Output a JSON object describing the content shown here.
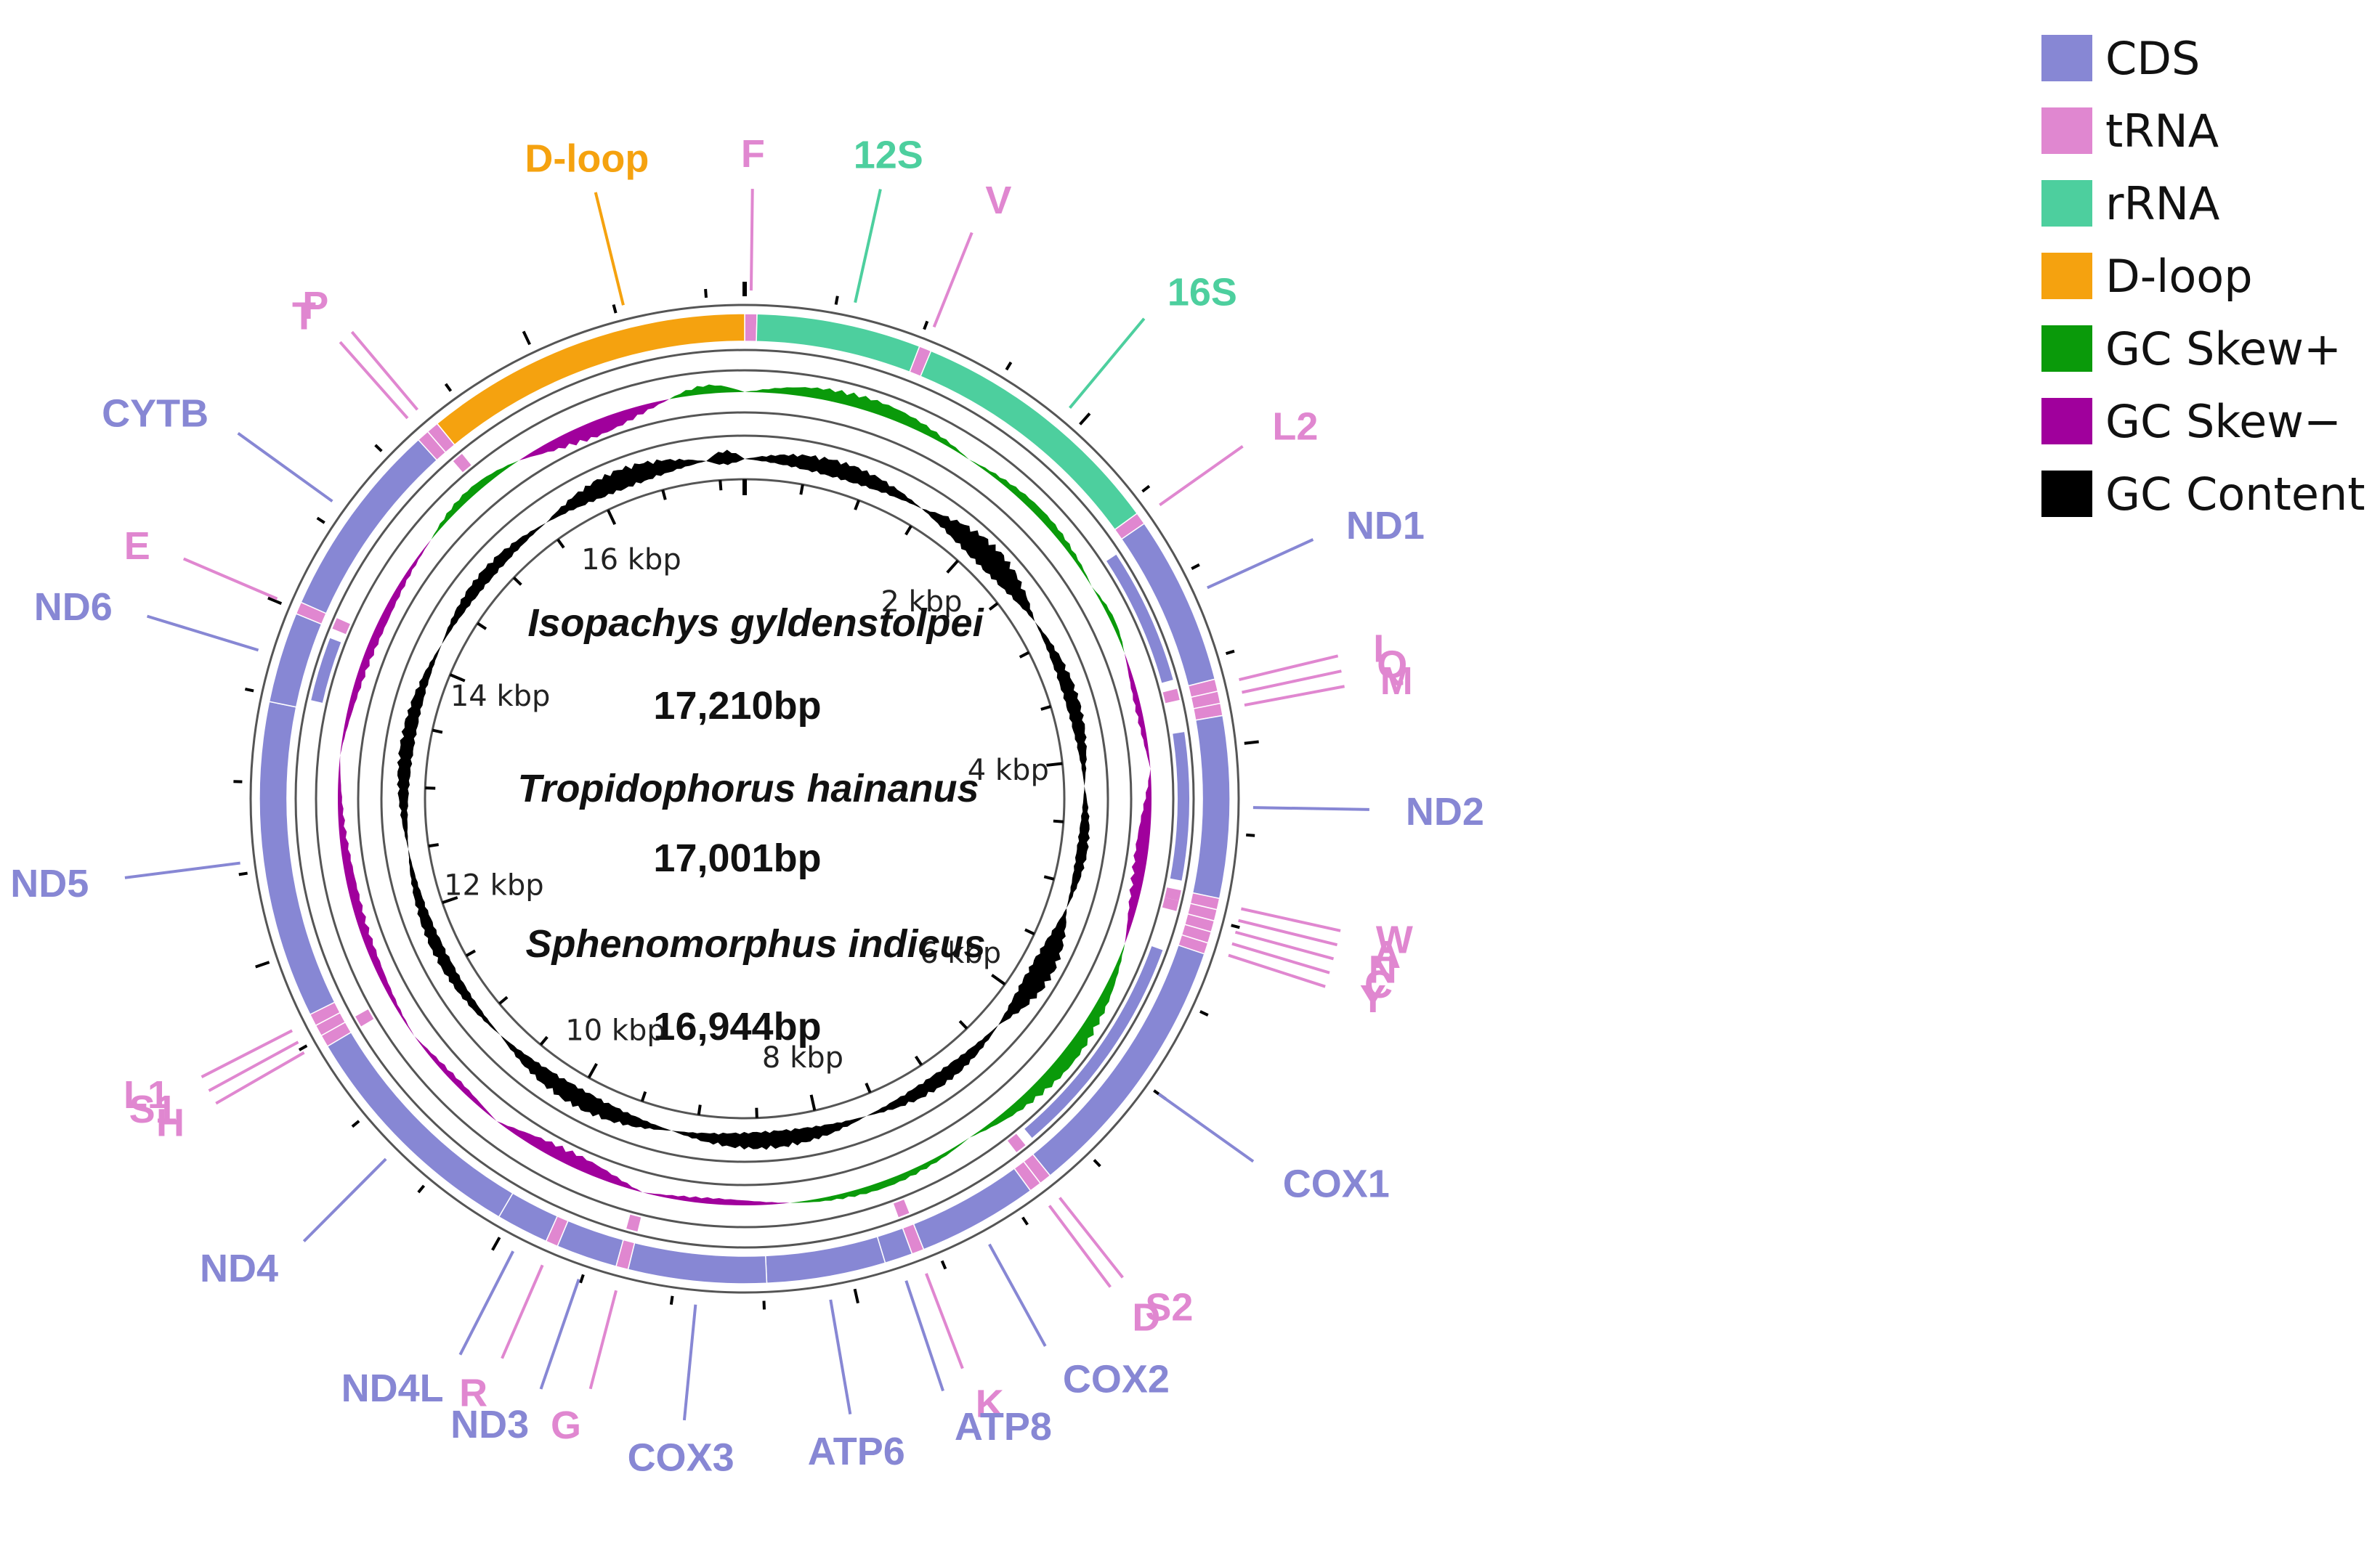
{
  "colors": {
    "CDS": "#8787d4",
    "tRNA": "#e087d0",
    "rRNA": "#4dcf9e",
    "D-loop": "#f5a20f",
    "GC Skew+": "#0a9a0a",
    "GC Skew-": "#a0009c",
    "GC Content": "#000000"
  },
  "legend": [
    {
      "label": "CDS",
      "color": "#8787d4"
    },
    {
      "label": "tRNA",
      "color": "#e087d0"
    },
    {
      "label": "rRNA",
      "color": "#4dcf9e"
    },
    {
      "label": "D-loop",
      "color": "#f5a20f"
    },
    {
      "label": "GC Skew+",
      "color": "#0a9a0a"
    },
    {
      "label": "GC Skew−",
      "color": "#a0009c"
    },
    {
      "label": "GC Content",
      "color": "#000000"
    }
  ],
  "center": {
    "species": [
      {
        "name": "Isopachys gyldenstolpei",
        "length": "17,210bp"
      },
      {
        "name": "Tropidophorus hainanus",
        "length": "17,001bp"
      },
      {
        "name": "Sphenomorphus indicus",
        "length": "16,944bp"
      }
    ]
  },
  "genome_length": 17210,
  "kbp_labels": [
    {
      "label": "2 kbp",
      "pos": 2000
    },
    {
      "label": "4 kbp",
      "pos": 4000
    },
    {
      "label": "6 kbp",
      "pos": 6000
    },
    {
      "label": "8 kbp",
      "pos": 8000
    },
    {
      "label": "10 kbp",
      "pos": 10000
    },
    {
      "label": "12 kbp",
      "pos": 12000
    },
    {
      "label": "14 kbp",
      "pos": 14000
    },
    {
      "label": "16 kbp",
      "pos": 16000
    }
  ],
  "features": [
    {
      "name": "F",
      "type": "tRNA",
      "start": 0,
      "end": 70
    },
    {
      "name": "12S",
      "type": "rRNA",
      "start": 70,
      "end": 1010
    },
    {
      "name": "V",
      "type": "tRNA",
      "start": 1010,
      "end": 1080
    },
    {
      "name": "16S",
      "type": "rRNA",
      "start": 1080,
      "end": 2580
    },
    {
      "name": "L2",
      "type": "tRNA",
      "start": 2580,
      "end": 2650
    },
    {
      "name": "ND1",
      "type": "CDS",
      "start": 2650,
      "end": 3620
    },
    {
      "name": "I",
      "type": "tRNA",
      "start": 3620,
      "end": 3690
    },
    {
      "name": "Q",
      "type": "tRNA",
      "start": 3690,
      "end": 3760
    },
    {
      "name": "M",
      "type": "tRNA",
      "start": 3760,
      "end": 3830
    },
    {
      "name": "ND2",
      "type": "CDS",
      "start": 3830,
      "end": 4870
    },
    {
      "name": "W",
      "type": "tRNA",
      "start": 4870,
      "end": 4935
    },
    {
      "name": "A",
      "type": "tRNA",
      "start": 4935,
      "end": 5000
    },
    {
      "name": "N",
      "type": "tRNA",
      "start": 5000,
      "end": 5065
    },
    {
      "name": "C",
      "type": "tRNA",
      "start": 5065,
      "end": 5130
    },
    {
      "name": "Y",
      "type": "tRNA",
      "start": 5130,
      "end": 5195
    },
    {
      "name": "COX1",
      "type": "CDS",
      "start": 5195,
      "end": 6740
    },
    {
      "name": "S2",
      "type": "tRNA",
      "start": 6740,
      "end": 6810
    },
    {
      "name": "D",
      "type": "tRNA",
      "start": 6810,
      "end": 6880
    },
    {
      "name": "COX2",
      "type": "CDS",
      "start": 6880,
      "end": 7570
    },
    {
      "name": "K",
      "type": "tRNA",
      "start": 7570,
      "end": 7640
    },
    {
      "name": "ATP8",
      "type": "CDS",
      "start": 7640,
      "end": 7800
    },
    {
      "name": "ATP6",
      "type": "CDS",
      "start": 7800,
      "end": 8480
    },
    {
      "name": "COX3",
      "type": "CDS",
      "start": 8480,
      "end": 9270
    },
    {
      "name": "G",
      "type": "tRNA",
      "start": 9270,
      "end": 9340
    },
    {
      "name": "ND3",
      "type": "CDS",
      "start": 9340,
      "end": 9690
    },
    {
      "name": "R",
      "type": "tRNA",
      "start": 9690,
      "end": 9760
    },
    {
      "name": "ND4L",
      "type": "CDS",
      "start": 9760,
      "end": 10060
    },
    {
      "name": "ND4",
      "type": "CDS",
      "start": 10060,
      "end": 11440
    },
    {
      "name": "H",
      "type": "tRNA",
      "start": 11440,
      "end": 11510
    },
    {
      "name": "S1",
      "type": "tRNA",
      "start": 11510,
      "end": 11575
    },
    {
      "name": "L1",
      "type": "tRNA",
      "start": 11575,
      "end": 11645
    },
    {
      "name": "ND5",
      "type": "CDS",
      "start": 11645,
      "end": 13460
    },
    {
      "name": "ND6",
      "type": "CDS",
      "start": 13460,
      "end": 13980
    },
    {
      "name": "E",
      "type": "tRNA",
      "start": 13980,
      "end": 14050
    },
    {
      "name": "CYTB",
      "type": "CDS",
      "start": 14050,
      "end": 15190
    },
    {
      "name": "T",
      "type": "tRNA",
      "start": 15190,
      "end": 15260
    },
    {
      "name": "P",
      "type": "tRNA",
      "start": 15260,
      "end": 15330
    },
    {
      "name": "D-loop",
      "type": "D-loop",
      "start": 15330,
      "end": 17210
    }
  ],
  "inner_trna_marks": [
    {
      "name": "I",
      "start": 3620,
      "end": 3690
    },
    {
      "name": "W",
      "start": 4870,
      "end": 4935
    },
    {
      "name": "A",
      "start": 4935,
      "end": 5000
    },
    {
      "name": "S2",
      "start": 6740,
      "end": 6810
    },
    {
      "name": "K",
      "start": 7570,
      "end": 7640
    },
    {
      "name": "G",
      "start": 9270,
      "end": 9340
    },
    {
      "name": "H",
      "start": 11440,
      "end": 11510
    },
    {
      "name": "E",
      "start": 13980,
      "end": 14050
    },
    {
      "name": "P",
      "start": 15260,
      "end": 15330
    }
  ],
  "inner_cds_bars": [
    {
      "name": "ND1",
      "start": 2650,
      "end": 3620
    },
    {
      "name": "ND2",
      "start": 3830,
      "end": 4870
    },
    {
      "name": "COX1",
      "start": 5195,
      "end": 6740
    },
    {
      "name": "ND6",
      "start": 13460,
      "end": 13980
    }
  ],
  "callouts": [
    {
      "text": "F",
      "type": "tRNA",
      "pos": 35
    },
    {
      "text": "12S",
      "type": "rRNA",
      "pos": 600
    },
    {
      "text": "V",
      "type": "tRNA",
      "pos": 1045
    },
    {
      "text": "16S",
      "type": "rRNA",
      "pos": 1900
    },
    {
      "text": "L2",
      "type": "tRNA",
      "pos": 2615
    },
    {
      "text": "ND1",
      "type": "CDS",
      "pos": 3130
    },
    {
      "text": "I",
      "type": "tRNA",
      "pos": 3655
    },
    {
      "text": "Q",
      "type": "tRNA",
      "pos": 3725
    },
    {
      "text": "M",
      "type": "tRNA",
      "pos": 3795
    },
    {
      "text": "ND2",
      "type": "CDS",
      "pos": 4350
    },
    {
      "text": "W",
      "type": "tRNA",
      "pos": 4900
    },
    {
      "text": "A",
      "type": "tRNA",
      "pos": 4965
    },
    {
      "text": "N",
      "type": "tRNA",
      "pos": 5030
    },
    {
      "text": "C",
      "type": "tRNA",
      "pos": 5095
    },
    {
      "text": "Y",
      "type": "tRNA",
      "pos": 5160
    },
    {
      "text": "COX1",
      "type": "CDS",
      "pos": 6000
    },
    {
      "text": "S2",
      "type": "tRNA",
      "pos": 6775
    },
    {
      "text": "D",
      "type": "tRNA",
      "pos": 6845
    },
    {
      "text": "COX2",
      "type": "CDS",
      "pos": 7230
    },
    {
      "text": "K",
      "type": "tRNA",
      "pos": 7605
    },
    {
      "text": "ATP8",
      "type": "CDS",
      "pos": 7720
    },
    {
      "text": "ATP6",
      "type": "CDS",
      "pos": 8140
    },
    {
      "text": "COX3",
      "type": "CDS",
      "pos": 8870
    },
    {
      "text": "G",
      "type": "tRNA",
      "pos": 9305
    },
    {
      "text": "ND3",
      "type": "CDS",
      "pos": 9515
    },
    {
      "text": "R",
      "type": "tRNA",
      "pos": 9725
    },
    {
      "text": "ND4L",
      "type": "CDS",
      "pos": 9900
    },
    {
      "text": "ND4",
      "type": "CDS",
      "pos": 10750
    },
    {
      "text": "H",
      "type": "tRNA",
      "pos": 11475
    },
    {
      "text": "S1",
      "type": "tRNA",
      "pos": 11540
    },
    {
      "text": "L1",
      "type": "tRNA",
      "pos": 11610
    },
    {
      "text": "ND5",
      "type": "CDS",
      "pos": 12560
    },
    {
      "text": "ND6",
      "type": "CDS",
      "pos": 13720
    },
    {
      "text": "E",
      "type": "tRNA",
      "pos": 14015
    },
    {
      "text": "CYTB",
      "type": "CDS",
      "pos": 14620
    },
    {
      "text": "T",
      "type": "tRNA",
      "pos": 15225
    },
    {
      "text": "P",
      "type": "tRNA",
      "pos": 15295
    },
    {
      "text": "D-loop",
      "type": "D-loop",
      "pos": 16550
    }
  ],
  "gc_skew_profile": [
    {
      "start": 0,
      "end": 1600,
      "sign": 1,
      "amp": 0.75
    },
    {
      "start": 1600,
      "end": 2800,
      "sign": 1,
      "amp": 0.45
    },
    {
      "start": 2800,
      "end": 3300,
      "sign": 1,
      "amp": 0.25
    },
    {
      "start": 3300,
      "end": 4100,
      "sign": -1,
      "amp": 0.35
    },
    {
      "start": 4100,
      "end": 5300,
      "sign": -1,
      "amp": 0.75
    },
    {
      "start": 5300,
      "end": 7000,
      "sign": 1,
      "amp": 0.85
    },
    {
      "start": 7000,
      "end": 8300,
      "sign": 1,
      "amp": 0.4
    },
    {
      "start": 8300,
      "end": 9300,
      "sign": -1,
      "amp": 0.35
    },
    {
      "start": 9300,
      "end": 10400,
      "sign": -1,
      "amp": 0.8
    },
    {
      "start": 10400,
      "end": 11200,
      "sign": -1,
      "amp": 0.35
    },
    {
      "start": 11200,
      "end": 13200,
      "sign": -1,
      "amp": 0.55
    },
    {
      "start": 13200,
      "end": 14800,
      "sign": -1,
      "amp": 0.5
    },
    {
      "start": 14800,
      "end": 15600,
      "sign": 1,
      "amp": 0.45
    },
    {
      "start": 15600,
      "end": 16700,
      "sign": -1,
      "amp": 0.9
    },
    {
      "start": 16700,
      "end": 17210,
      "sign": 1,
      "amp": 0.5
    }
  ],
  "gc_content_profile": [
    {
      "start": 0,
      "end": 1500,
      "amp": 0.55
    },
    {
      "start": 1500,
      "end": 2800,
      "amp": 0.8
    },
    {
      "start": 2800,
      "end": 4200,
      "amp": 0.45
    },
    {
      "start": 4200,
      "end": 5200,
      "amp": 0.35
    },
    {
      "start": 5200,
      "end": 6300,
      "amp": 0.75
    },
    {
      "start": 6300,
      "end": 7600,
      "amp": 0.45
    },
    {
      "start": 7600,
      "end": 9200,
      "amp": 0.55
    },
    {
      "start": 9200,
      "end": 10800,
      "amp": 0.6
    },
    {
      "start": 10800,
      "end": 12500,
      "amp": 0.4
    },
    {
      "start": 12500,
      "end": 14200,
      "amp": 0.45
    },
    {
      "start": 14200,
      "end": 15500,
      "amp": 0.4
    },
    {
      "start": 15500,
      "end": 16900,
      "amp": 0.65
    },
    {
      "start": 16900,
      "end": 17210,
      "amp": 0.45
    }
  ]
}
